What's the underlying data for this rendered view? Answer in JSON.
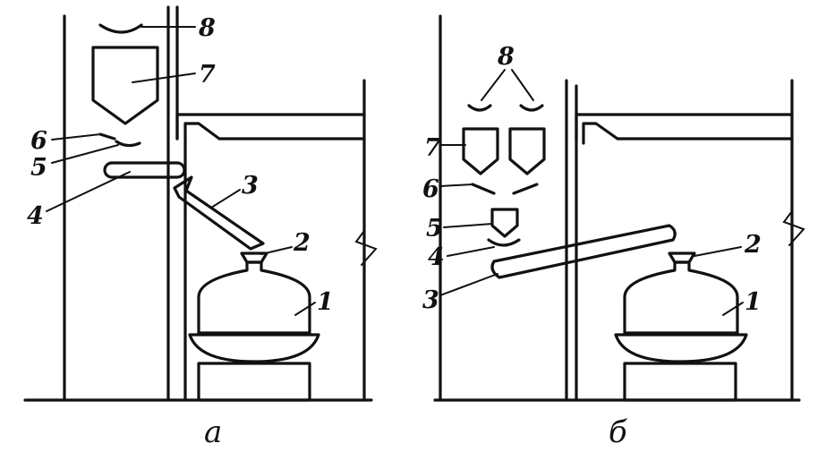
{
  "diagram": {
    "panel_a": {
      "caption": "а",
      "labels": {
        "l1": "1",
        "l2": "2",
        "l3": "3",
        "l4": "4",
        "l5": "5",
        "l6": "6",
        "l7": "7",
        "l8": "8"
      }
    },
    "panel_b": {
      "caption": "б",
      "labels": {
        "l1": "1",
        "l2": "2",
        "l3": "3",
        "l4": "4",
        "l5": "5",
        "l6": "6",
        "l7": "7",
        "l8": "8"
      }
    },
    "colors": {
      "ink": "#111111",
      "paper": "#ffffff"
    }
  }
}
